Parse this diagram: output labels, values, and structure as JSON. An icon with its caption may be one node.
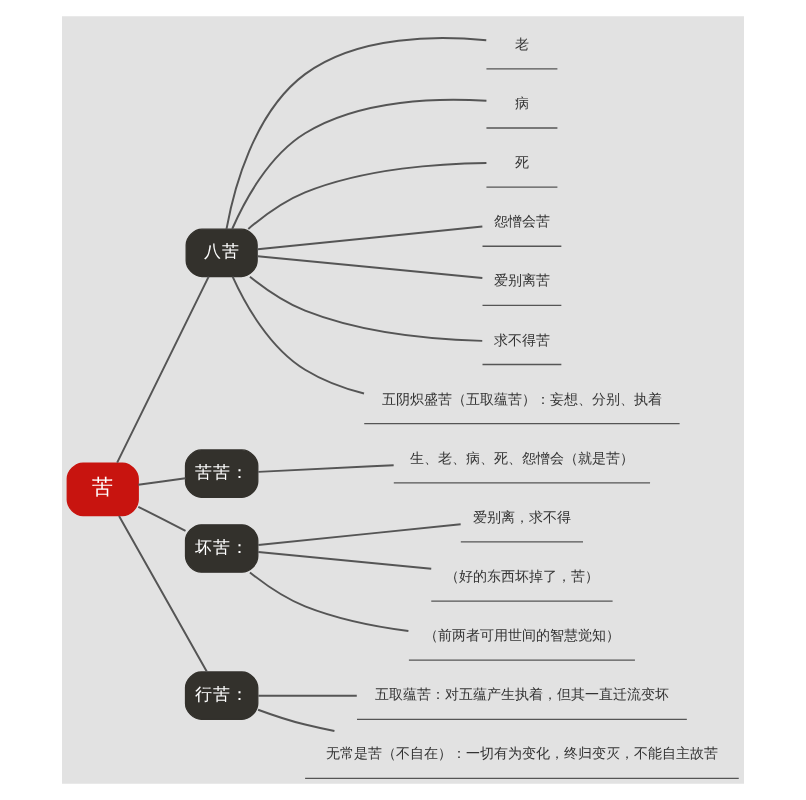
{
  "diagram": {
    "nodes": [
      {
        "text": [
          "苦"
        ]
      },
      {
        "text": [
          "八苦"
        ]
      },
      {
        "text": [
          "老"
        ]
      },
      {
        "text": [
          "病"
        ]
      },
      {
        "text": [
          "死"
        ]
      },
      {
        "text": [
          "怨憎会苦"
        ]
      },
      {
        "text": [
          "爱别离苦"
        ]
      },
      {
        "text": [
          "求不得苦"
        ]
      },
      {
        "text": [
          "五阴炽盛苦（五取蕴苦）：妄想、分别、执着"
        ]
      },
      {
        "text": [
          "苦苦："
        ]
      },
      {
        "text": [
          "生、老、病、死、怨憎会（就是苦）"
        ]
      },
      {
        "text": [
          "坏苦："
        ]
      },
      {
        "text": [
          "爱别离，求不得"
        ]
      },
      {
        "text": [
          "（好的东西坏掉了，苦）"
        ]
      },
      {
        "text": [
          "（前两者可用世间的智慧觉知）"
        ]
      },
      {
        "text": [
          "行苦："
        ]
      },
      {
        "text": [
          "五取蕴苦：对五蕴产生执着，但其一直迁流变坏"
        ]
      },
      {
        "text": [
          "无常是苦（不自在）：一切有为变化，终归变灭，不能自主故苦"
        ]
      }
    ],
    "edges": [
      {
        "from": 0,
        "to": 1,
        "arrow": "none"
      },
      {
        "from": 1,
        "to": 2,
        "arrow": "none"
      },
      {
        "from": 1,
        "to": 3,
        "arrow": "none"
      },
      {
        "from": 1,
        "to": 4,
        "arrow": "none"
      },
      {
        "from": 1,
        "to": 5,
        "arrow": "none"
      },
      {
        "from": 1,
        "to": 6,
        "arrow": "none"
      },
      {
        "from": 1,
        "to": 7,
        "arrow": "none"
      },
      {
        "from": 1,
        "to": 8,
        "arrow": "none"
      },
      {
        "from": 0,
        "to": 9,
        "arrow": "none"
      },
      {
        "from": 9,
        "to": 10,
        "arrow": "none"
      },
      {
        "from": 0,
        "to": 11,
        "arrow": "none"
      },
      {
        "from": 11,
        "to": 12,
        "arrow": "none"
      },
      {
        "from": 11,
        "to": 13,
        "arrow": "none"
      },
      {
        "from": 11,
        "to": 14,
        "arrow": "none"
      },
      {
        "from": 0,
        "to": 15,
        "arrow": "none"
      },
      {
        "from": 15,
        "to": 16,
        "arrow": "none"
      },
      {
        "from": 15,
        "to": 17,
        "arrow": "none"
      }
    ]
  }
}
